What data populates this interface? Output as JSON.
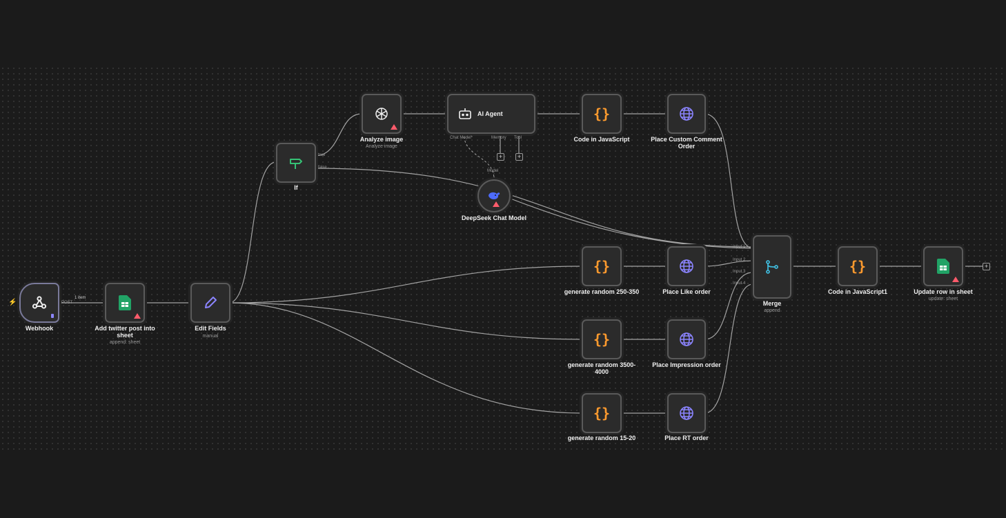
{
  "nodes": {
    "webhook": {
      "label": "Webhook",
      "icon": "webhook-icon"
    },
    "add_twitter": {
      "label": "Add twitter post into sheet",
      "sub": "append: sheet",
      "icon": "google-sheets-icon"
    },
    "edit_fields": {
      "label": "Edit Fields",
      "sub": "manual",
      "icon": "pencil-icon"
    },
    "if_node": {
      "label": "If",
      "true_label": "true",
      "false_label": "false",
      "icon": "signpost-icon"
    },
    "analyze_image": {
      "label": "Analyze image",
      "sub": "Analyze image",
      "icon": "openai-icon"
    },
    "ai_agent": {
      "label": "AI Agent",
      "chat_model": "Chat Model*",
      "memory": "Memory",
      "tool": "Tool",
      "icon": "robot-icon"
    },
    "deepseek": {
      "label": "DeepSeek Chat Model",
      "model_label": "Model",
      "icon": "deepseek-whale-icon"
    },
    "code_js": {
      "label": "Code in JavaScript",
      "icon": "code-braces-icon"
    },
    "place_comment": {
      "label": "Place Custom Comment Order",
      "icon": "globe-icon"
    },
    "gen_250": {
      "label": "generate random 250-350",
      "icon": "code-braces-icon"
    },
    "place_like": {
      "label": "Place Like order",
      "icon": "globe-icon"
    },
    "gen_3500": {
      "label": "generate random 3500-4000",
      "icon": "code-braces-icon"
    },
    "place_impression": {
      "label": "Place Impression order",
      "icon": "globe-icon"
    },
    "gen_15": {
      "label": "generate random 15-20",
      "icon": "code-braces-icon"
    },
    "place_rt": {
      "label": "Place RT order",
      "icon": "globe-icon"
    },
    "merge": {
      "label": "Merge",
      "sub": "append",
      "inputs": [
        "Input 1",
        "Input 2",
        "Input 3",
        "Input 4"
      ],
      "icon": "merge-icon"
    },
    "code_js1": {
      "label": "Code in JavaScript1",
      "icon": "code-braces-icon"
    },
    "update_row": {
      "label": "Update row in sheet",
      "sub": "update: sheet",
      "icon": "google-sheets-icon"
    }
  },
  "edges": {
    "webhook_to_sheet_label": "1 item",
    "webhook_port_label": "POST"
  },
  "colors": {
    "background": "#1b1b1b",
    "node_bg": "#2b2b2b",
    "node_border": "#5a5a5a",
    "code_orange": "#ff9b2e",
    "globe_purple": "#8b84ff",
    "sheets_green": "#21a366",
    "if_green": "#35c275",
    "warning_red": "#ff5b6b"
  }
}
